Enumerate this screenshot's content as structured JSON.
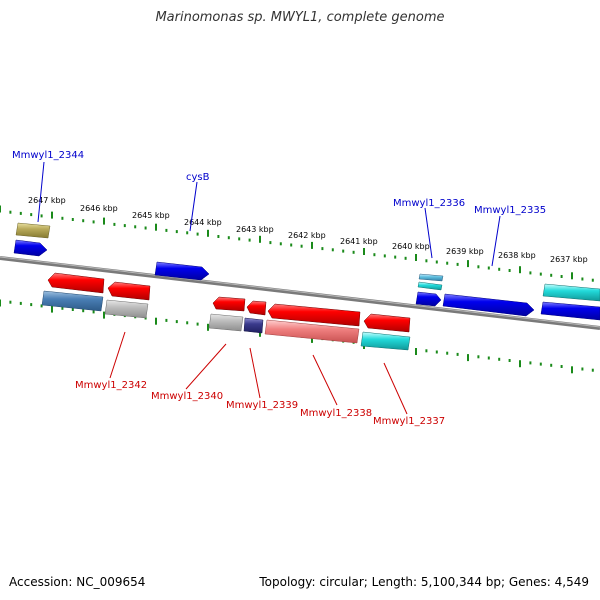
{
  "title": "Marinomonas sp. MWYL1, complete genome",
  "footer": {
    "accession": "Accession: NC_009654",
    "summary": "Topology: circular; Length: 5,100,344 bp; Genes: 4,549"
  },
  "colors": {
    "forward_label": "#0000cc",
    "reverse_label": "#cc0000",
    "tick": "#1a8a1a",
    "backbone": "#7a7a7a"
  },
  "ticks": [
    {
      "label": "2647 kbp"
    },
    {
      "label": "2646 kbp"
    },
    {
      "label": "2645 kbp"
    },
    {
      "label": "2644 kbp"
    },
    {
      "label": "2643 kbp"
    },
    {
      "label": "2642 kbp"
    },
    {
      "label": "2641 kbp"
    },
    {
      "label": "2640 kbp"
    },
    {
      "label": "2639 kbp"
    },
    {
      "label": "2638 kbp"
    },
    {
      "label": "2637 kbp"
    }
  ],
  "gene_labels": {
    "forward": [
      {
        "text": "Mmwyl1_2344"
      },
      {
        "text": "cysB"
      },
      {
        "text": "Mmwyl1_2336"
      },
      {
        "text": "Mmwyl1_2335"
      }
    ],
    "reverse": [
      {
        "text": "Mmwyl1_2342"
      },
      {
        "text": "Mmwyl1_2340"
      },
      {
        "text": "Mmwyl1_2339"
      },
      {
        "text": "Mmwyl1_2338"
      },
      {
        "text": "Mmwyl1_2337"
      }
    ]
  }
}
